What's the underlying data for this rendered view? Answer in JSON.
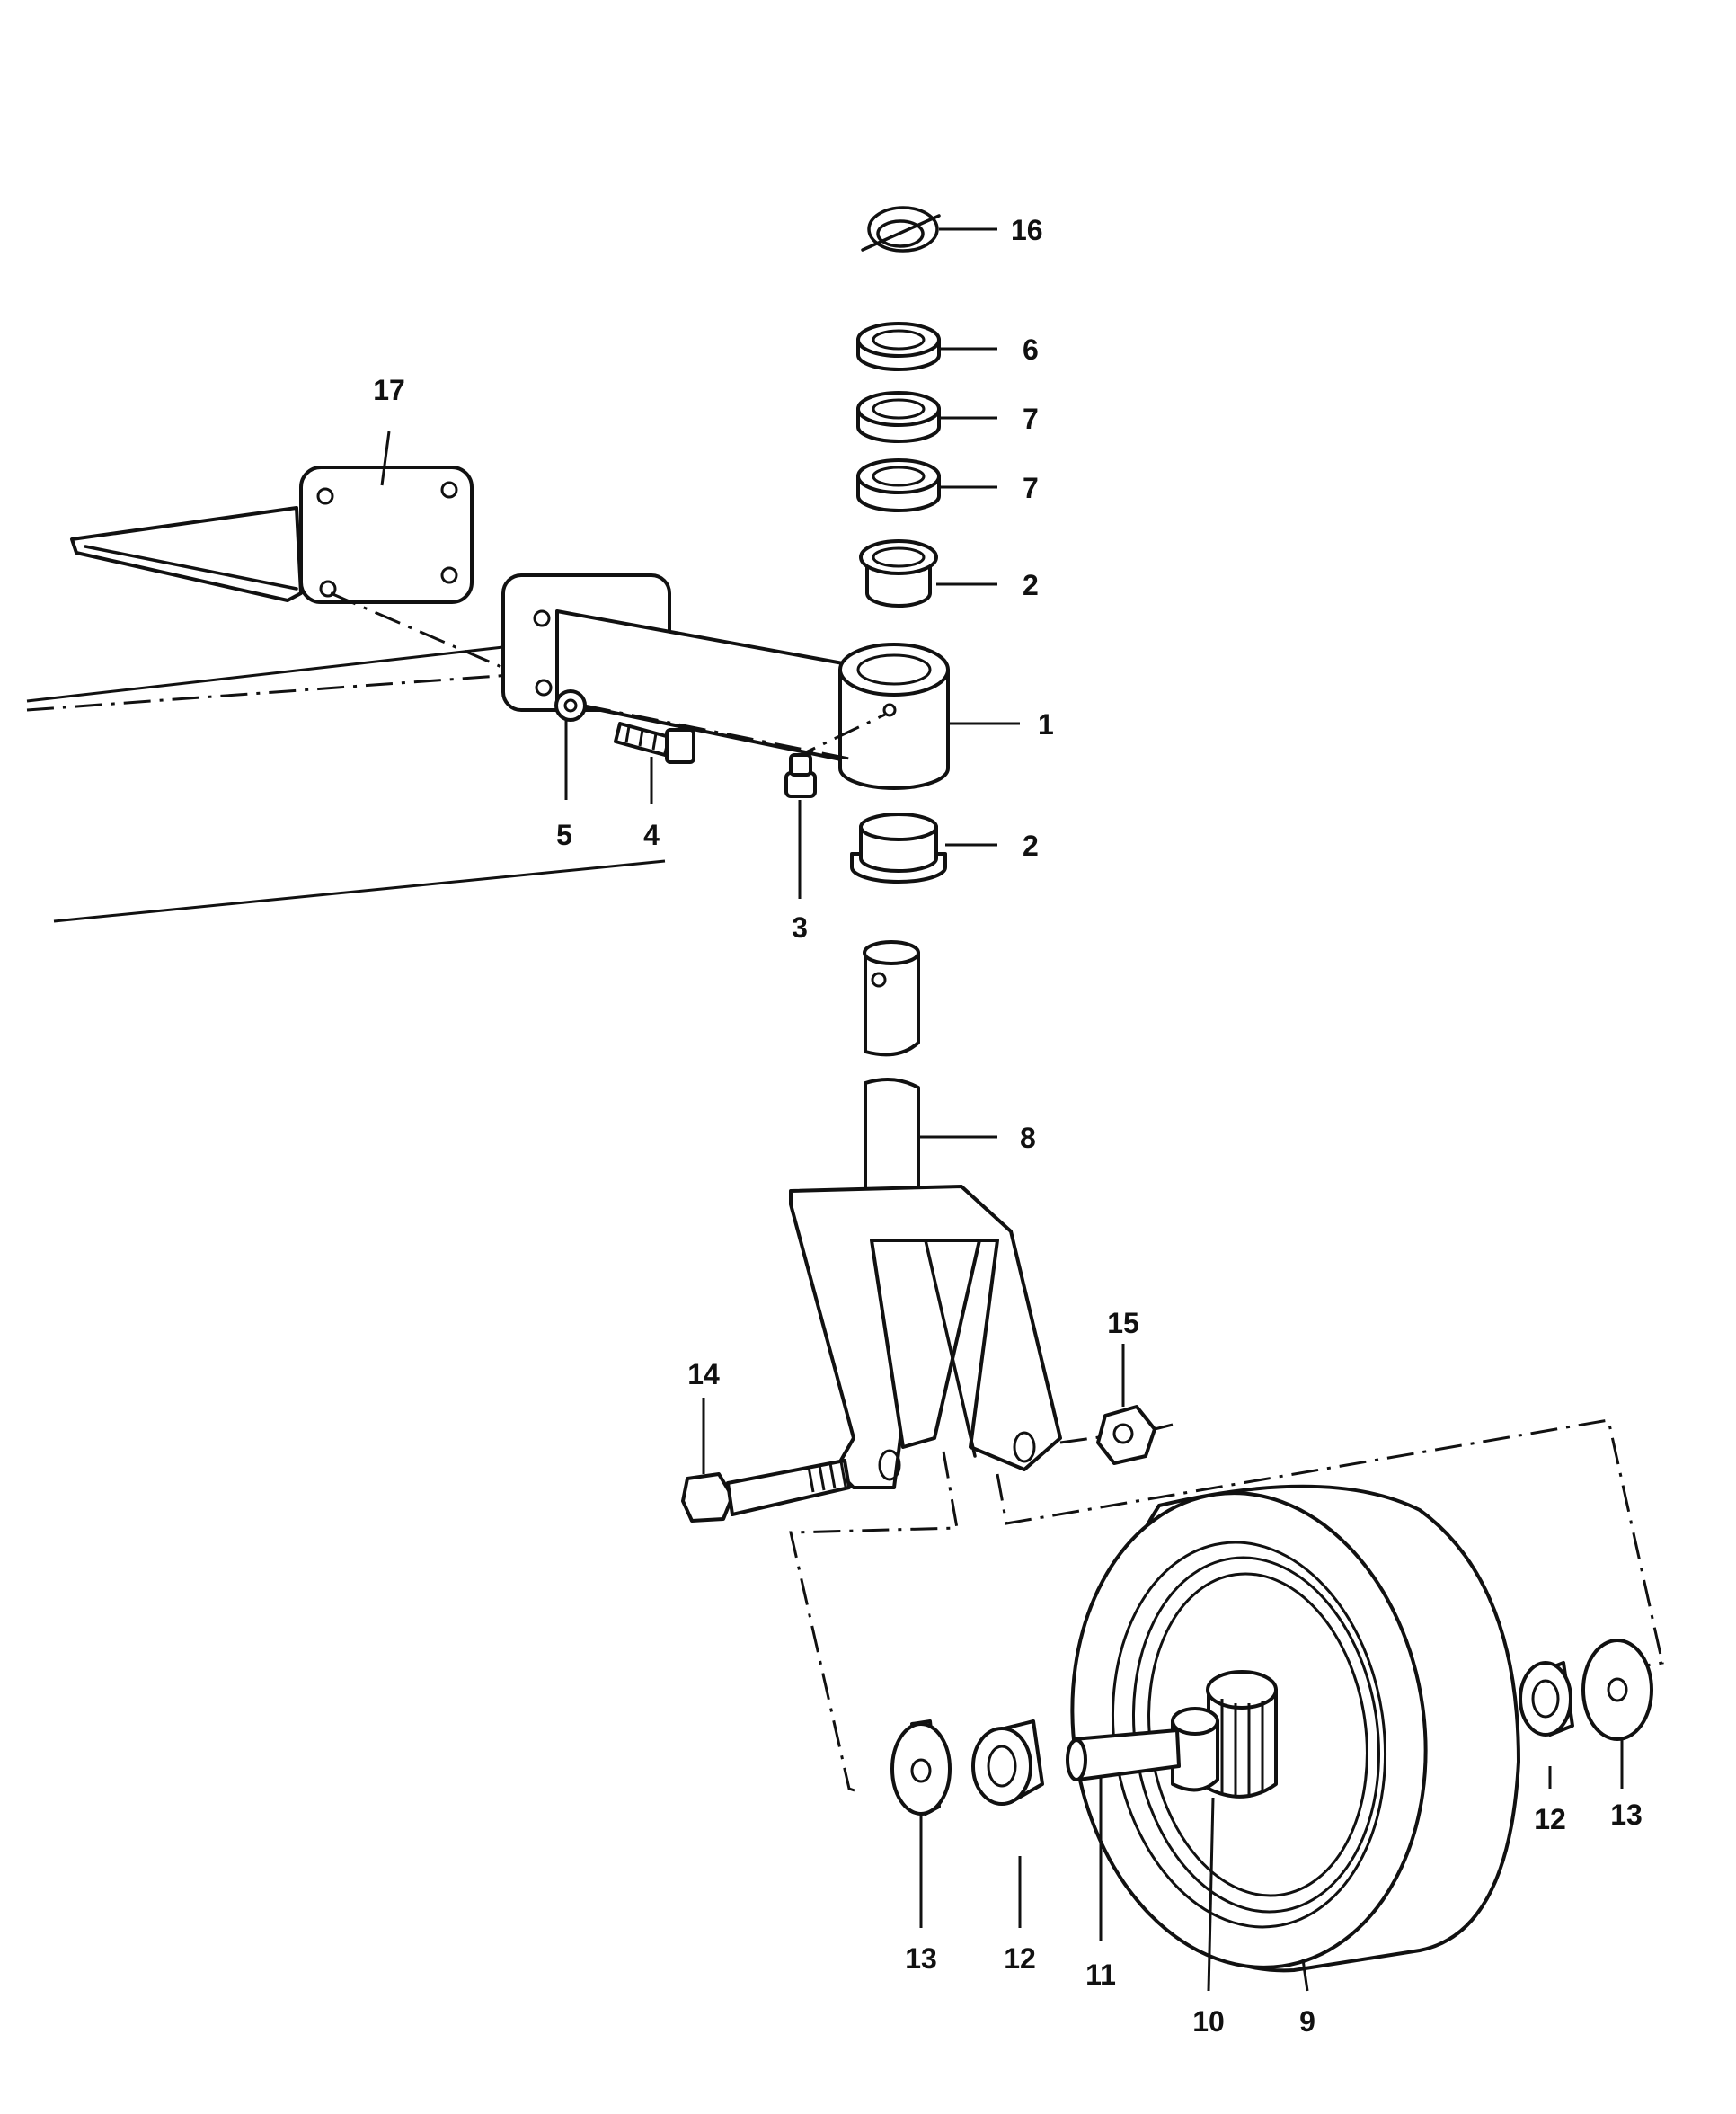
{
  "diagram": {
    "type": "exploded-parts-view",
    "callouts": [
      {
        "id": "c16",
        "label": "16"
      },
      {
        "id": "c6",
        "label": "6"
      },
      {
        "id": "c7a",
        "label": "7"
      },
      {
        "id": "c7b",
        "label": "7"
      },
      {
        "id": "c2a",
        "label": "2"
      },
      {
        "id": "c1",
        "label": "1"
      },
      {
        "id": "c2b",
        "label": "2"
      },
      {
        "id": "c17",
        "label": "17"
      },
      {
        "id": "c5",
        "label": "5"
      },
      {
        "id": "c4",
        "label": "4"
      },
      {
        "id": "c3",
        "label": "3"
      },
      {
        "id": "c8",
        "label": "8"
      },
      {
        "id": "c15",
        "label": "15"
      },
      {
        "id": "c14",
        "label": "14"
      },
      {
        "id": "c13a",
        "label": "13"
      },
      {
        "id": "c12a",
        "label": "12"
      },
      {
        "id": "c11",
        "label": "11"
      },
      {
        "id": "c10",
        "label": "10"
      },
      {
        "id": "c9",
        "label": "9"
      },
      {
        "id": "c12b",
        "label": "12"
      },
      {
        "id": "c13b",
        "label": "13"
      }
    ]
  }
}
